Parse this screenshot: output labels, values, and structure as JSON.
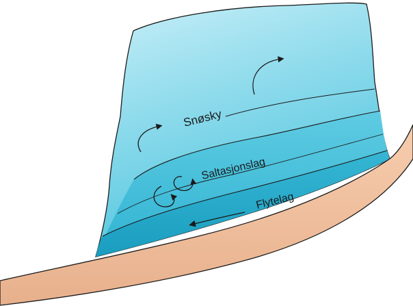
{
  "labels": {
    "snow_cloud": "Snøsky",
    "saltation_layer": "Saltasjonslag",
    "creeping_layer": "Flytelag"
  },
  "colors": {
    "snow_cloud_top": "#c7eef7",
    "snow_cloud_mid": "#6fd0e6",
    "saltation_fill": "#3cbcd8",
    "creeping_fill": "#1ea3c4",
    "ground_fill": "#f2c3a2",
    "ground_edge": "#d9a07a",
    "outline": "#1a1a1a"
  }
}
